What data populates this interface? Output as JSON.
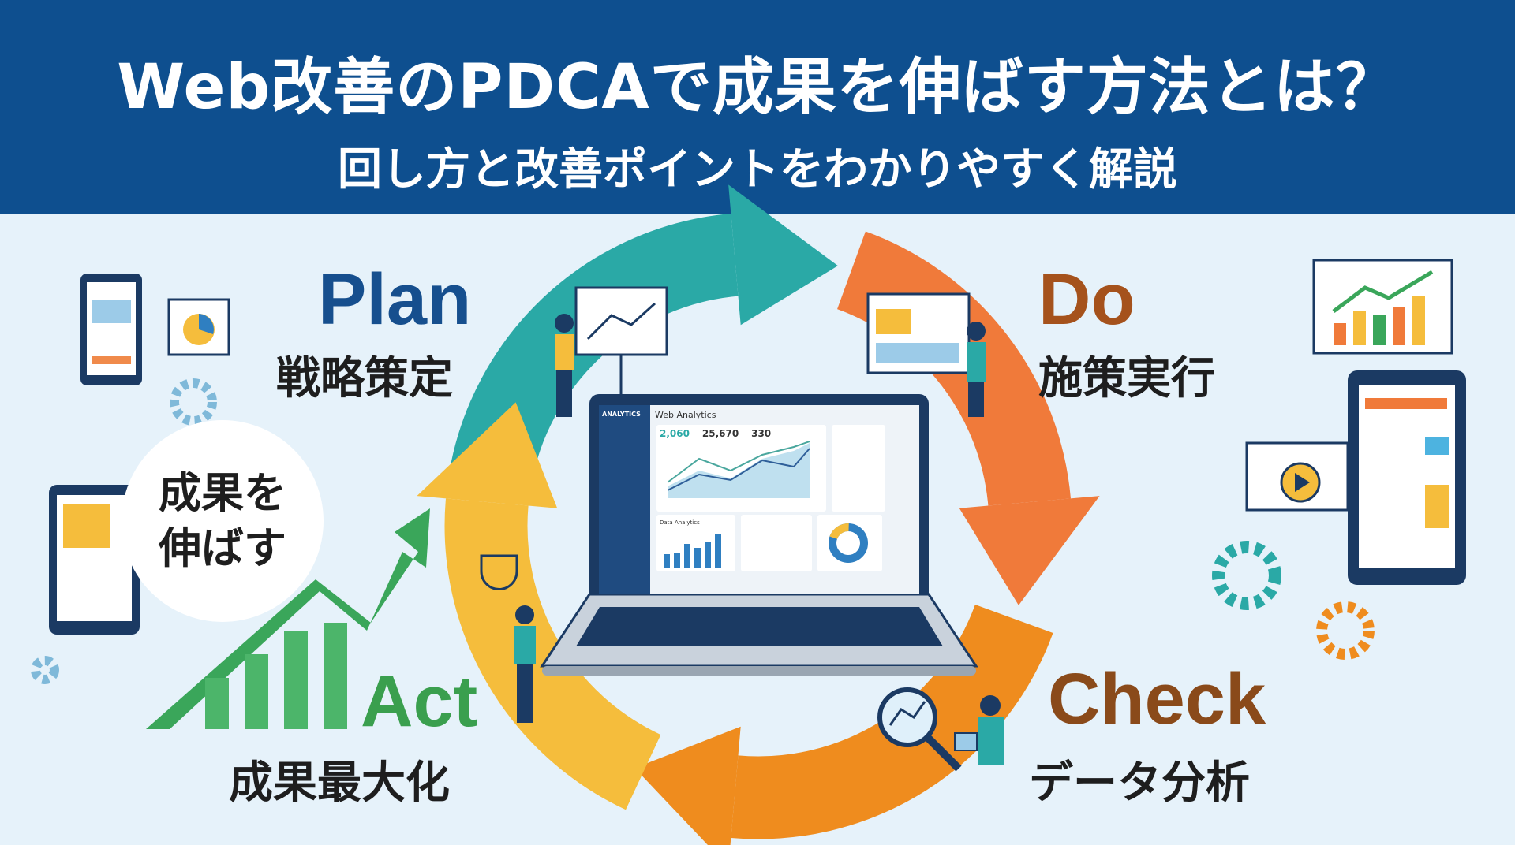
{
  "header": {
    "title": "Web改善のPDCAで成果を伸ばす方法とは？",
    "subtitle": "回し方と改善ポイントをわかりやすく解説"
  },
  "center": {
    "label_line1": "成果を",
    "label_line2": "伸ばす"
  },
  "stages": [
    {
      "name": "Plan",
      "jp": "戦略策定",
      "color": "#164f8e"
    },
    {
      "name": "Do",
      "jp": "施策実行",
      "color": "#a5521c"
    },
    {
      "name": "Check",
      "jp": "データ分析",
      "color": "#8a4a1a"
    },
    {
      "name": "Act",
      "jp": "成果最大化",
      "color": "#3a9f4e"
    }
  ],
  "ring_colors": [
    "#2aa9a6",
    "#f07a3a",
    "#ef8c1e",
    "#f5bd3c"
  ],
  "dashboard": {
    "brand": "ANALYTICS",
    "title": "Web Analytics",
    "metrics": [
      "2,060",
      "25,670",
      "330"
    ],
    "panel": "Data Analytics"
  }
}
